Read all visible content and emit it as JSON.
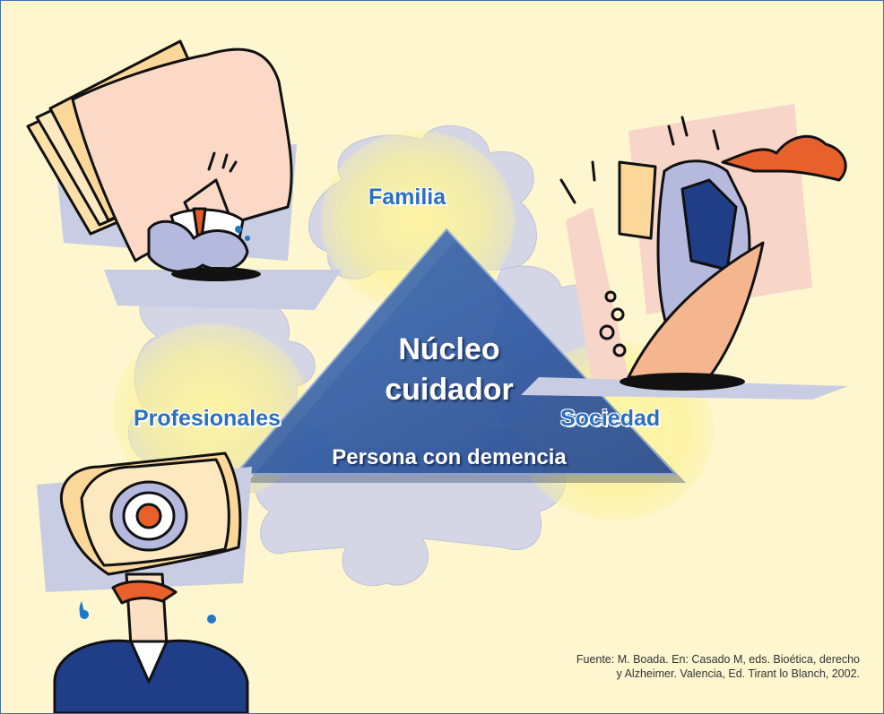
{
  "diagram": {
    "center": {
      "title_line1": "Núcleo",
      "title_line2": "cuidador",
      "subtitle": "Persona con demencia"
    },
    "nodes": {
      "top": "Familia",
      "left": "Profesionales",
      "right": "Sociedad"
    }
  },
  "footer": {
    "source_line1": "Fuente: M. Boada. En: Casado M, eds. Bioética, derecho",
    "source_line2": "y Alzheimer. Valencia, Ed. Tirant lo Blanch, 2002."
  },
  "colors": {
    "background": "#fdf6cf",
    "border": "#3d6fb0",
    "puzzle": "#d4d6e6",
    "halo": "#fbf29a",
    "triangle": "#2d5aa8",
    "label_blue": "#2a6fc0"
  }
}
